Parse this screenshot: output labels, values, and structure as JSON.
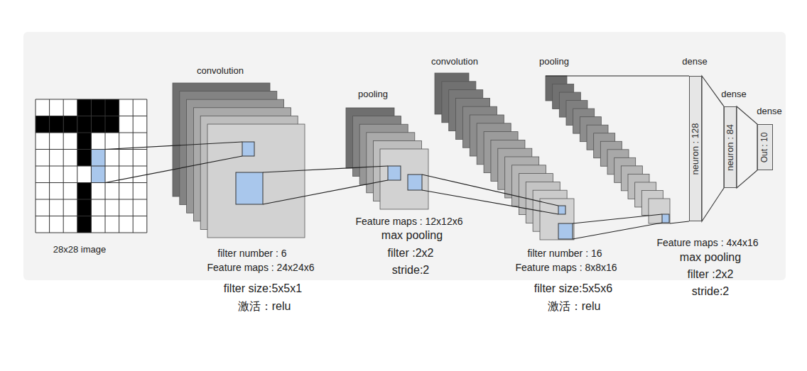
{
  "diagram": {
    "nodes": [
      {
        "text": [
          "neuron : 128"
        ]
      },
      {
        "text": [
          "neuron : 84"
        ]
      },
      {
        "text": [
          "Out : 10"
        ]
      }
    ],
    "edges": [
      {
        "from": 0,
        "to": 1,
        "arrow": "none"
      },
      {
        "from": 1,
        "to": 2,
        "arrow": "none"
      }
    ],
    "labels": [
      "convolution",
      "pooling",
      "convolution",
      "pooling",
      "dense",
      "dense",
      "dense",
      "28x28 image",
      "filter number : 6",
      "Feature maps : 24x24x6",
      "filter size:5x5x1",
      "激活：relu",
      "Feature maps : 12x12x6",
      "max pooling",
      "filter :2x2",
      "stride:2",
      "filter number : 16",
      "Feature maps : 8x8x16",
      "filter size:5x5x6",
      "激活：relu",
      "Feature maps : 4x4x16",
      "max pooling",
      "filter :2x2",
      "stride:2"
    ]
  }
}
